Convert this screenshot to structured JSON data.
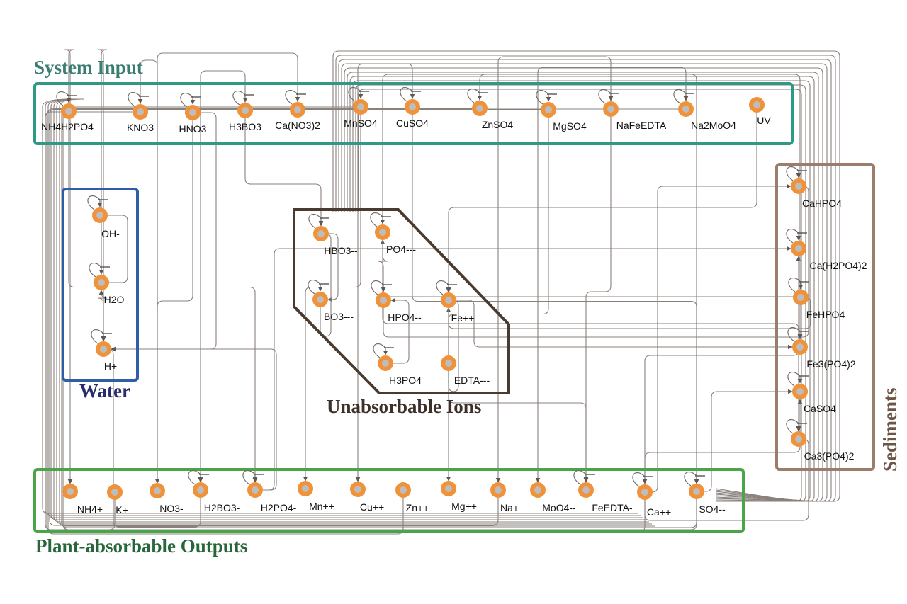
{
  "groups": {
    "system_input": {
      "title": "System Input",
      "color": "#2e9a86",
      "title_color": "#3b7d73"
    },
    "water": {
      "title": "Water",
      "color": "#2f5ea8",
      "title_color": "#2b2a6b"
    },
    "unabsorbable": {
      "title": "Unabsorbable Ions",
      "color": "#4a3b30",
      "title_color": "#3d3029"
    },
    "sediments": {
      "title": "Sediments",
      "color": "#9a7e6b",
      "title_color": "#6c5546"
    },
    "outputs": {
      "title": "Plant-absorbable Outputs",
      "color": "#4aa548",
      "title_color": "#27663a"
    }
  },
  "nodes": [
    {
      "id": "NH4H2PO4",
      "label": "NH4H2PO4",
      "group": "system_input"
    },
    {
      "id": "KNO3",
      "label": "KNO3",
      "group": "system_input"
    },
    {
      "id": "HNO3",
      "label": "HNO3",
      "group": "system_input"
    },
    {
      "id": "H3BO3",
      "label": "H3BO3",
      "group": "system_input"
    },
    {
      "id": "CaNO32",
      "label": "Ca(NO3)2",
      "group": "system_input"
    },
    {
      "id": "MnSO4",
      "label": "MnSO4",
      "group": "system_input"
    },
    {
      "id": "CuSO4",
      "label": "CuSO4",
      "group": "system_input"
    },
    {
      "id": "ZnSO4",
      "label": "ZnSO4",
      "group": "system_input"
    },
    {
      "id": "MgSO4",
      "label": "MgSO4",
      "group": "system_input"
    },
    {
      "id": "NaFeEDTA",
      "label": "NaFeEDTA",
      "group": "system_input"
    },
    {
      "id": "Na2MoO4",
      "label": "Na2MoO4",
      "group": "system_input"
    },
    {
      "id": "UV",
      "label": "UV",
      "group": "system_input"
    },
    {
      "id": "OH",
      "label": "OH-",
      "group": "water"
    },
    {
      "id": "H2O",
      "label": "H2O",
      "group": "water"
    },
    {
      "id": "H",
      "label": "H+",
      "group": "water"
    },
    {
      "id": "HBO3",
      "label": "HBO3--",
      "group": "unabsorbable"
    },
    {
      "id": "PO4",
      "label": "PO4---",
      "group": "unabsorbable"
    },
    {
      "id": "BO3",
      "label": "BO3---",
      "group": "unabsorbable"
    },
    {
      "id": "HPO4",
      "label": "HPO4--",
      "group": "unabsorbable"
    },
    {
      "id": "Fe",
      "label": "Fe++",
      "group": "unabsorbable"
    },
    {
      "id": "H3PO4",
      "label": "H3PO4",
      "group": "unabsorbable"
    },
    {
      "id": "EDTA",
      "label": "EDTA---",
      "group": "unabsorbable"
    },
    {
      "id": "CaHPO4",
      "label": "CaHPO4",
      "group": "sediments"
    },
    {
      "id": "CaH2PO42",
      "label": "Ca(H2PO4)2",
      "group": "sediments"
    },
    {
      "id": "FeHPO4",
      "label": "FeHPO4",
      "group": "sediments"
    },
    {
      "id": "Fe3PO42",
      "label": "Fe3(PO4)2",
      "group": "sediments"
    },
    {
      "id": "CaSO4",
      "label": "CaSO4",
      "group": "sediments"
    },
    {
      "id": "Ca3PO42",
      "label": "Ca3(PO4)2",
      "group": "sediments"
    },
    {
      "id": "NH4",
      "label": "NH4+",
      "group": "outputs"
    },
    {
      "id": "K",
      "label": "K+",
      "group": "outputs"
    },
    {
      "id": "NO3",
      "label": "NO3-",
      "group": "outputs"
    },
    {
      "id": "H2BO3",
      "label": "H2BO3-",
      "group": "outputs"
    },
    {
      "id": "H2PO4",
      "label": "H2PO4-",
      "group": "outputs"
    },
    {
      "id": "Mn",
      "label": "Mn++",
      "group": "outputs"
    },
    {
      "id": "Cu",
      "label": "Cu++",
      "group": "outputs"
    },
    {
      "id": "Zn",
      "label": "Zn++",
      "group": "outputs"
    },
    {
      "id": "Mg",
      "label": "Mg++",
      "group": "outputs"
    },
    {
      "id": "Na",
      "label": "Na+",
      "group": "outputs"
    },
    {
      "id": "MoO4",
      "label": "MoO4--",
      "group": "outputs"
    },
    {
      "id": "FeEDTA",
      "label": "FeEDTA-",
      "group": "outputs"
    },
    {
      "id": "Ca",
      "label": "Ca++",
      "group": "outputs"
    },
    {
      "id": "SO4",
      "label": "SO4--",
      "group": "outputs"
    }
  ],
  "edges": [
    {
      "from": "NH4H2PO4",
      "to": "NH4"
    },
    {
      "from": "NH4H2PO4",
      "to": "H2PO4"
    },
    {
      "from": "KNO3",
      "to": "K"
    },
    {
      "from": "KNO3",
      "to": "NO3"
    },
    {
      "from": "HNO3",
      "to": "NO3"
    },
    {
      "from": "HNO3",
      "to": "H"
    },
    {
      "from": "H3BO3",
      "to": "H2BO3"
    },
    {
      "from": "H3BO3",
      "to": "HBO3"
    },
    {
      "from": "CaNO32",
      "to": "Ca"
    },
    {
      "from": "CaNO32",
      "to": "NO3"
    },
    {
      "from": "MnSO4",
      "to": "Mn"
    },
    {
      "from": "MnSO4",
      "to": "SO4"
    },
    {
      "from": "CuSO4",
      "to": "Cu"
    },
    {
      "from": "CuSO4",
      "to": "SO4"
    },
    {
      "from": "ZnSO4",
      "to": "Zn"
    },
    {
      "from": "ZnSO4",
      "to": "SO4"
    },
    {
      "from": "MgSO4",
      "to": "Mg"
    },
    {
      "from": "MgSO4",
      "to": "SO4"
    },
    {
      "from": "NaFeEDTA",
      "to": "Na"
    },
    {
      "from": "NaFeEDTA",
      "to": "FeEDTA"
    },
    {
      "from": "Na2MoO4",
      "to": "Na"
    },
    {
      "from": "Na2MoO4",
      "to": "MoO4"
    },
    {
      "from": "UV",
      "to": "Fe"
    },
    {
      "from": "OH",
      "to": "H2O"
    },
    {
      "from": "H2O",
      "to": "H"
    },
    {
      "from": "H",
      "to": "H2O"
    },
    {
      "from": "HBO3",
      "to": "BO3"
    },
    {
      "from": "BO3",
      "to": "HBO3"
    },
    {
      "from": "HPO4",
      "to": "PO4"
    },
    {
      "from": "H3PO4",
      "to": "HPO4"
    },
    {
      "from": "EDTA",
      "to": "Fe"
    },
    {
      "from": "FeEDTA",
      "to": "Fe"
    },
    {
      "from": "Ca",
      "to": "CaHPO4"
    },
    {
      "from": "HPO4",
      "to": "CaHPO4"
    },
    {
      "from": "Ca",
      "to": "CaH2PO42"
    },
    {
      "from": "H2PO4",
      "to": "CaH2PO42"
    },
    {
      "from": "Fe",
      "to": "FeHPO4"
    },
    {
      "from": "HPO4",
      "to": "FeHPO4"
    },
    {
      "from": "Fe",
      "to": "Fe3PO42"
    },
    {
      "from": "PO4",
      "to": "Fe3PO42"
    },
    {
      "from": "Ca",
      "to": "CaSO4"
    },
    {
      "from": "SO4",
      "to": "CaSO4"
    },
    {
      "from": "Ca",
      "to": "Ca3PO42"
    },
    {
      "from": "PO4",
      "to": "Ca3PO42"
    },
    {
      "from": "H2PO4",
      "to": "H"
    },
    {
      "from": "H2BO3",
      "to": "H"
    }
  ]
}
